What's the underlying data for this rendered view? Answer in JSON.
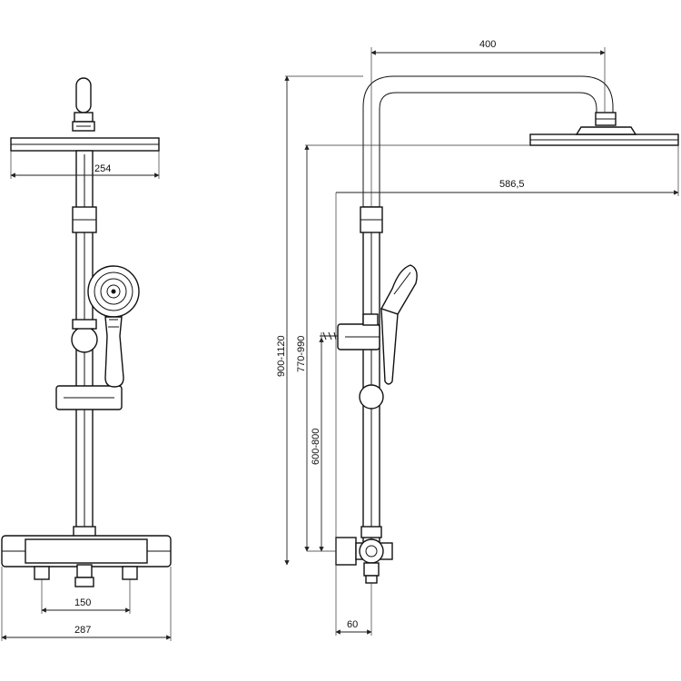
{
  "diagram": {
    "dimensions": {
      "front_head_width": "254",
      "front_inlet_spacing": "150",
      "front_body_width": "287",
      "side_arm_length": "400",
      "side_head_reach": "586,5",
      "side_total_height": "900-1120",
      "side_head_height": "770-990",
      "side_holder_height": "600-800",
      "side_wall_offset": "60"
    }
  }
}
